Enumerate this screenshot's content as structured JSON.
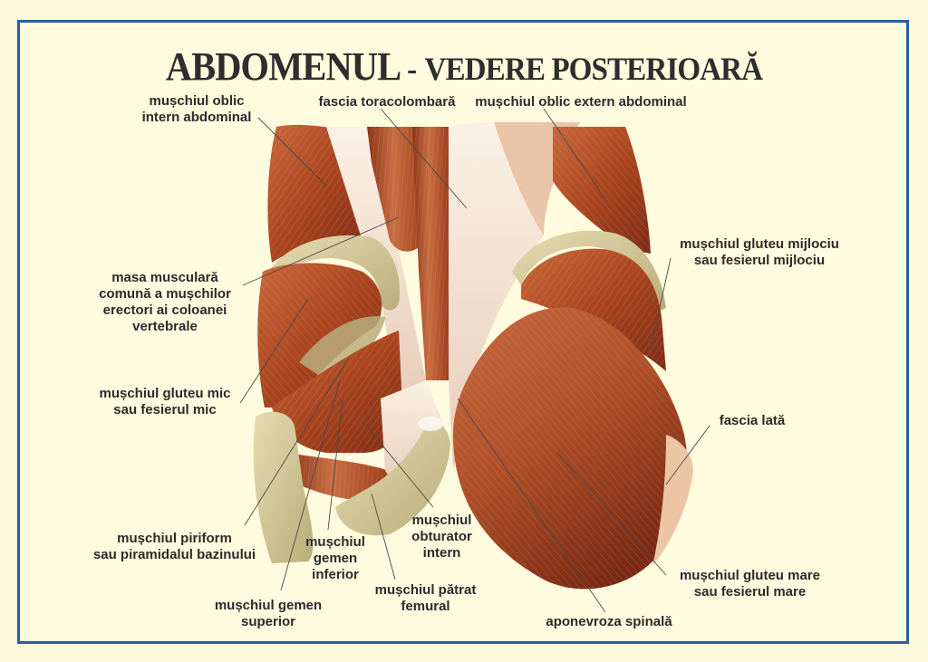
{
  "title": {
    "main": "ABDOMENUL",
    "separator": "-",
    "sub": "VEDERE POSTERIOARĂ"
  },
  "colors": {
    "background": "#fdf9dc",
    "frame_border": "#2a5f9e",
    "title_text": "#2e2e2e",
    "label_text": "#2b2b2b",
    "muscle": "#b8522c",
    "muscle_dark": "#7e2c16",
    "tendon": "#f3e4d6",
    "bone": "#d8cfa0"
  },
  "labels": [
    {
      "id": "oblic-intern",
      "lines": [
        "mușchiul oblic",
        "intern abdominal"
      ]
    },
    {
      "id": "fascia-toracolombara",
      "lines": [
        "fascia toracolombară"
      ]
    },
    {
      "id": "oblic-extern",
      "lines": [
        "mușchiul oblic extern abdominal"
      ]
    },
    {
      "id": "gluteu-mijlociu",
      "lines": [
        "mușchiul gluteu mijlociu",
        "sau fesierul mijlociu"
      ]
    },
    {
      "id": "masa-musculara",
      "lines": [
        "masa musculară",
        "comună a mușchilor",
        "erectori ai coloanei",
        "vertebrale"
      ]
    },
    {
      "id": "gluteu-mic",
      "lines": [
        "mușchiul gluteu mic",
        "sau fesierul mic"
      ]
    },
    {
      "id": "fascia-lata",
      "lines": [
        "fascia lată"
      ]
    },
    {
      "id": "piriform",
      "lines": [
        "mușchiul piriform",
        "sau piramidalul bazinului"
      ]
    },
    {
      "id": "gemen-inferior",
      "lines": [
        "mușchiul",
        "gemen",
        "inferior"
      ]
    },
    {
      "id": "obturator-intern",
      "lines": [
        "mușchiul",
        "obturator",
        "intern"
      ]
    },
    {
      "id": "gemen-superior",
      "lines": [
        "mușchiul gemen",
        "superior"
      ]
    },
    {
      "id": "patrat-femural",
      "lines": [
        "mușchiul pătrat",
        "femural"
      ]
    },
    {
      "id": "gluteu-mare",
      "lines": [
        "mușchiul gluteu mare",
        "sau fesierul mare"
      ]
    },
    {
      "id": "aponevroza-spinala",
      "lines": [
        "aponevroza spinală"
      ]
    }
  ]
}
